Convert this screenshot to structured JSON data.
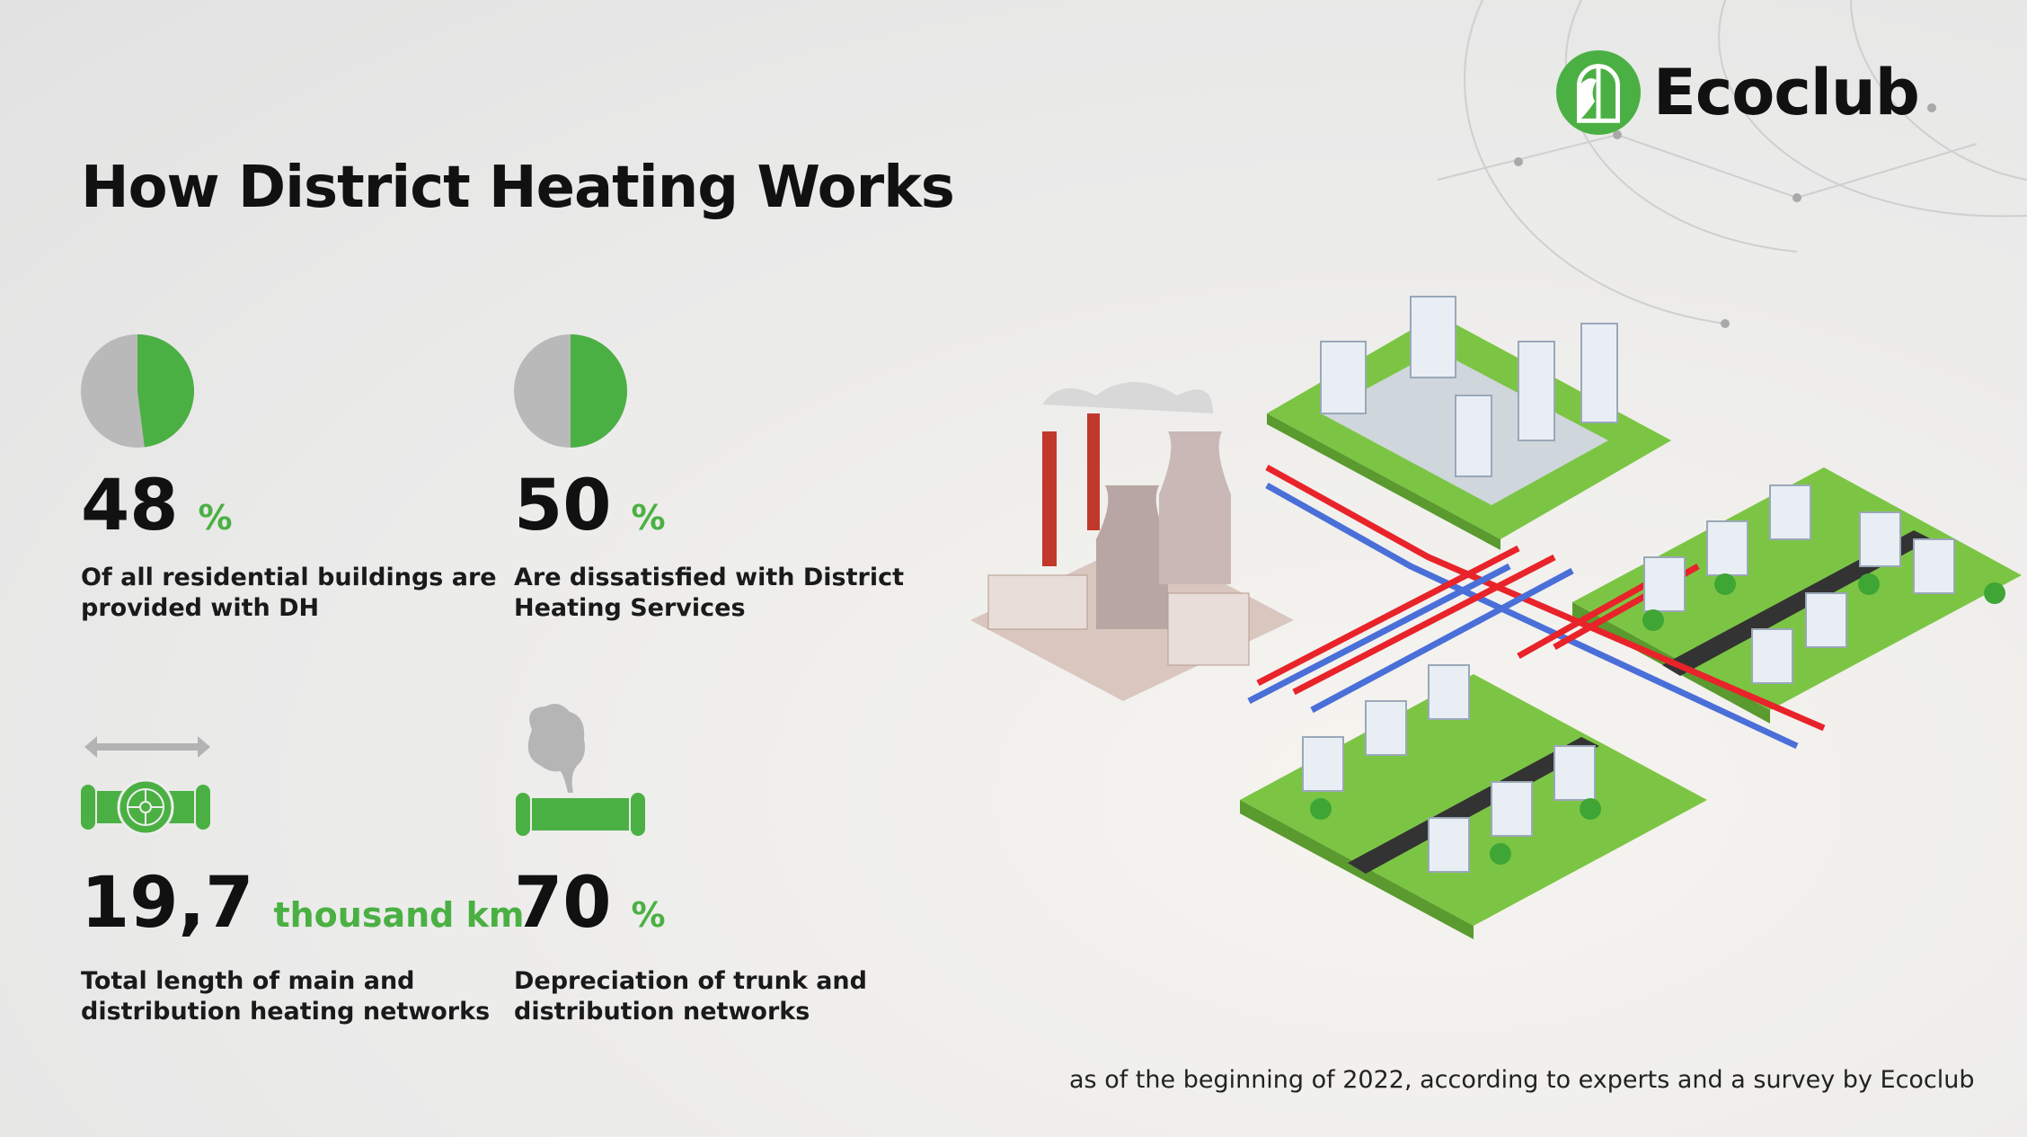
{
  "title": "How District Heating Works",
  "logo": {
    "name": "Ecoclub"
  },
  "colors": {
    "green": "#4bb043",
    "grey": "#b9b9b9",
    "red": "#e8232a",
    "blue": "#4a6fd8"
  },
  "stats": [
    {
      "value": "48",
      "unit": "%",
      "fraction": 0.48,
      "desc1": "Of all residential buildings are",
      "desc2": "provided with DH",
      "icon": "pie-chart-icon"
    },
    {
      "value": "50",
      "unit": "%",
      "fraction": 0.5,
      "desc1": "Are dissatisfied with District",
      "desc2": "Heating Services",
      "icon": "pie-chart-icon"
    },
    {
      "value": "19,7",
      "unit": "thousand km",
      "desc1": "Total length of main and",
      "desc2": "distribution heating networks",
      "icon": "pipe-valve-icon"
    },
    {
      "value": "70",
      "unit": "%",
      "desc1": "Depreciation of trunk and",
      "desc2": "distribution networks",
      "icon": "leaking-pipe-icon"
    }
  ],
  "footnote": "as of the beginning of 2022, according to experts and a survey by Ecoclub"
}
